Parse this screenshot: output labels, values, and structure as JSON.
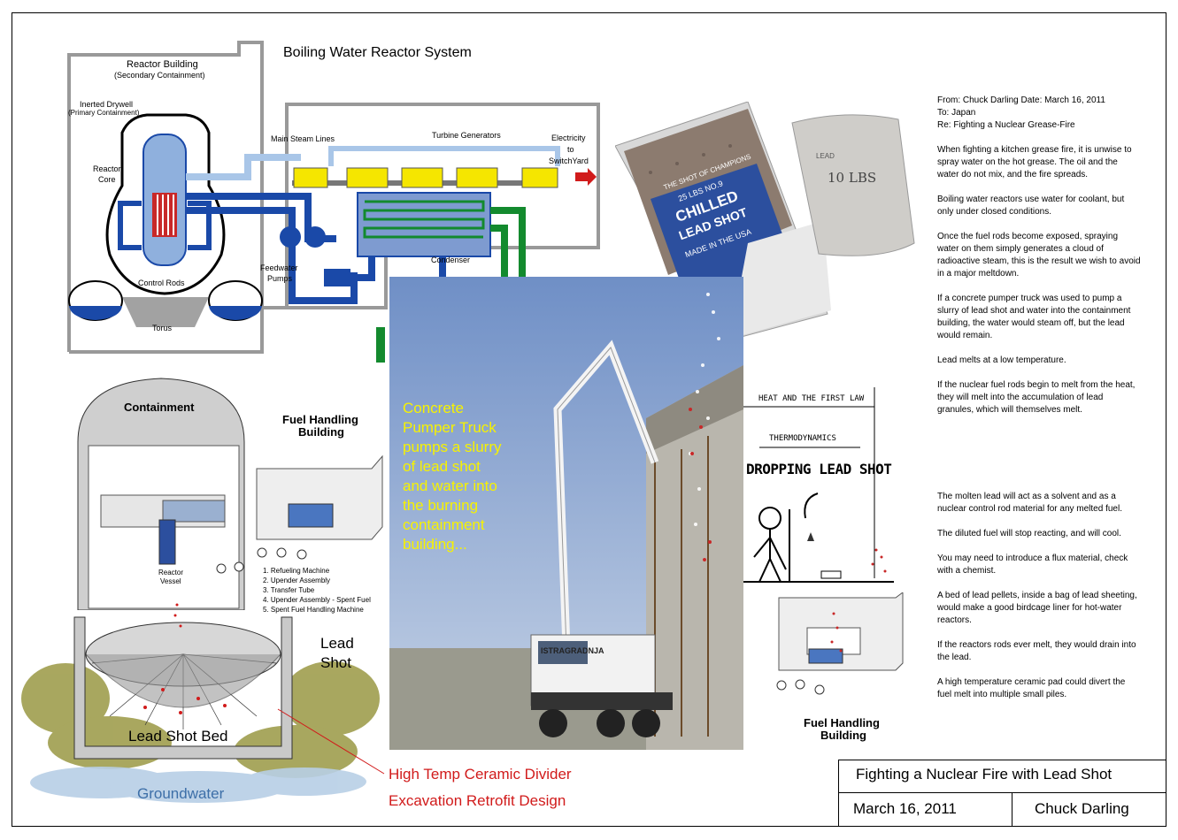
{
  "bwr": {
    "title": "Boiling Water Reactor System",
    "reactor_building": "Reactor Building",
    "secondary_containment": "(Secondary Containment)",
    "inerted_drywell": "Inerted Drywell",
    "primary_containment": "(Primary Containment)",
    "reactor_core_1": "Reactor",
    "reactor_core_2": "Core",
    "control_rods": "Control Rods",
    "torus": "Torus",
    "main_steam_lines": "Main Steam Lines",
    "turbine_generators": "Turbine Generators",
    "electricity_1": "Electricity",
    "electricity_2": "to",
    "electricity_3": "SwitchYard",
    "feedwater_1": "Feedwater",
    "feedwater_2": "Pumps",
    "condenser": "Condenser"
  },
  "containment": {
    "title": "Containment",
    "fuel_handling_1": "Fuel Handling",
    "fuel_handling_2": "Building",
    "reactor_vessel_1": "Reactor",
    "reactor_vessel_2": "Vessel",
    "legend": [
      "1. Refueling Machine",
      "2. Upender Assembly",
      "3. Transfer Tube",
      "4. Upender Assembly - Spent Fuel",
      "5. Spent Fuel Handling Machine"
    ]
  },
  "bed": {
    "lead_1": "Lead",
    "lead_2": "Shot",
    "bed_label": "Lead Shot Bed",
    "groundwater": "Groundwater",
    "divider": "High Temp Ceramic Divider",
    "excavation": "Excavation Retrofit Design"
  },
  "truck": {
    "caption_lines": [
      "Concrete",
      "Pumper Truck",
      "pumps a slurry",
      "of lead shot",
      "and water into",
      "the burning",
      "containment",
      "building..."
    ],
    "truck_text": "ISTRAGRADNJA"
  },
  "bags": {
    "bag1_line1": "THE SHOT OF CHAMPIONS",
    "bag1_line2": "25 LBS NO.9",
    "bag1_line3": "CHILLED",
    "bag1_line4": "LEAD SHOT",
    "bag1_line5": "MADE IN THE USA",
    "bag2_line1": "LEAD",
    "bag2_line2": "10 LBS"
  },
  "thermo": {
    "heat_label": "HEAT AND THE FIRST LAW",
    "thermo_label": "THERMODYNAMICS",
    "dropping": "DROPPING LEAD SHOT",
    "fuel_handling_1": "Fuel Handling",
    "fuel_handling_2": "Building"
  },
  "memo": {
    "header": [
      "From: Chuck Darling   Date: March 16, 2011",
      "To: Japan",
      "Re: Fighting a Nuclear Grease-Fire"
    ],
    "paras_a": [
      "When fighting a kitchen grease fire, it is unwise to spray water on the hot grease. The oil and the water do not mix, and the fire spreads.",
      "Boiling water reactors use water for coolant, but only under closed conditions.",
      "Once the fuel rods become exposed, spraying water on them simply generates a cloud of radioactive steam, this is the result we wish to avoid in a major meltdown.",
      "If a concrete pumper truck was used to pump a slurry of lead shot and water into the containment building, the water would steam off, but the lead would remain.",
      "Lead melts at a low temperature.",
      "If the nuclear fuel rods begin to melt from the heat, they will melt into the accumulation of lead granules, which will themselves melt."
    ],
    "paras_b": [
      "The molten lead will act as a solvent and as a nuclear control rod material for any melted fuel.",
      "The diluted fuel will stop reacting, and will cool.",
      "You may need to introduce a flux material, check with a chemist.",
      "A bed of lead pellets, inside a bag of lead sheeting, would make a good birdcage liner for hot-water reactors.",
      "If the reactors rods ever melt, they would drain into the lead.",
      "A high temperature ceramic pad could divert the fuel melt into multiple small piles."
    ]
  },
  "title_block": {
    "title": "Fighting a Nuclear Fire with Lead Shot",
    "date": "March 16, 2011",
    "author": "Chuck Darling"
  },
  "colors": {
    "blue_pipe": "#1a49a8",
    "green_pipe": "#138a2e",
    "yellow_turbine": "#f5e600",
    "red_label": "#d11b1b",
    "caption_yellow": "#f7f200",
    "groundwater_blue": "#3d6fa8",
    "olive": "#8c8a2a"
  }
}
